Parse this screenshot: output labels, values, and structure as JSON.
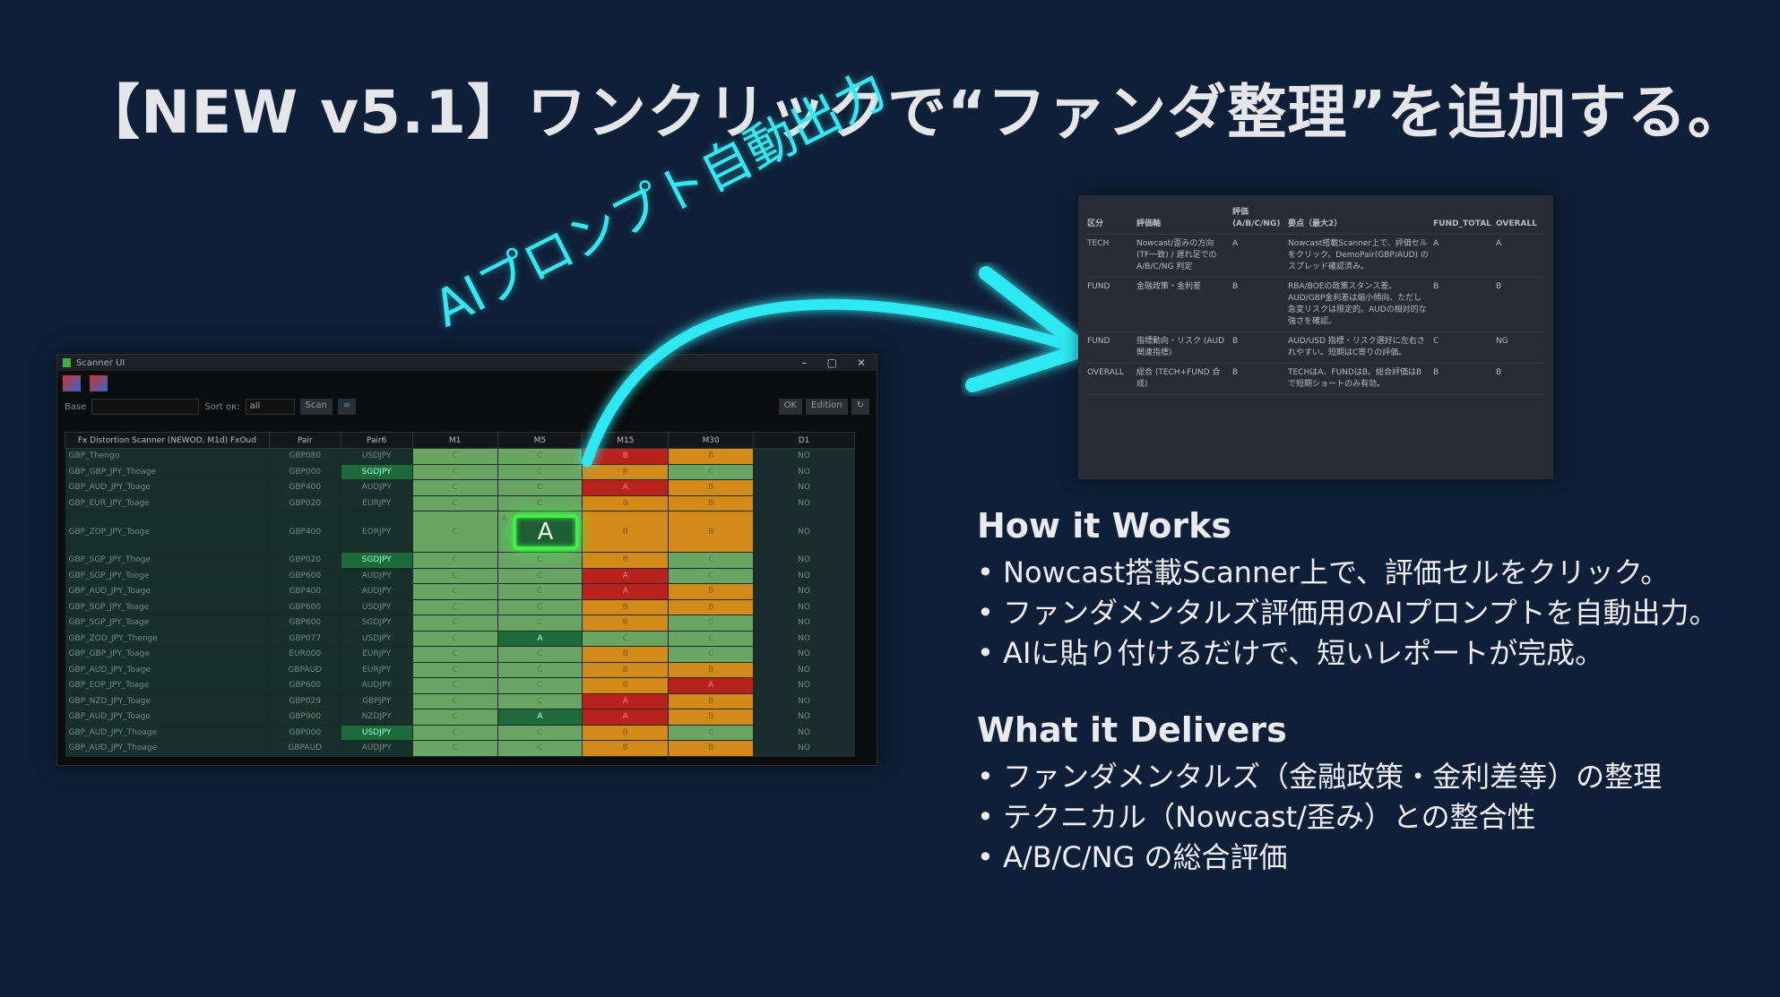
{
  "title": "【NEW v5.1】ワンクリックで“ファンダ整理”を追加する。",
  "ai_label": "AIプロンプト自動出力",
  "colors": {
    "background": "#0f1f37",
    "accent_cyan": "#36e6f0",
    "highlight_green": "#41f046",
    "grade_green": "#6aa565",
    "grade_red": "#b8211c",
    "grade_orange": "#d28a18"
  },
  "scanner": {
    "window_title": "Scanner UI",
    "controls": [
      "–",
      "▢",
      "✕"
    ],
    "filter_label": "Base",
    "filter_value": "",
    "sort_label": "Sort ок:",
    "sort_value": "all",
    "scan_button": "Scan",
    "scan_icon": "∞",
    "right_buttons": [
      "OK",
      "Edition",
      "↻"
    ],
    "columns": [
      "Fx Distortion Scanner (NEWOD, M1d) FxOud",
      "Pair",
      "Pair6",
      "M1",
      "M5",
      "M15",
      "M30",
      "D1"
    ],
    "selected_cell": "A",
    "rows": [
      {
        "name": "GBP_Thengo",
        "pair": "GBP080",
        "pair2": "USDJPY",
        "m1": "C",
        "m5": "C",
        "m15": "B",
        "m30": "B",
        "d1": "NO",
        "c": [
          "g",
          "g",
          "r",
          "o"
        ],
        "hl": false
      },
      {
        "name": "GBP_GBP_JPY_Thoage",
        "pair": "GBP000",
        "pair2": "SGDJPY",
        "m1": "C",
        "m5": "C",
        "m15": "B",
        "m30": "C",
        "d1": "NO",
        "c": [
          "g",
          "g",
          "o",
          "g"
        ],
        "hl": true
      },
      {
        "name": "GBP_AUD_JPY_Toage",
        "pair": "GBP400",
        "pair2": "AUDJPY",
        "m1": "C",
        "m5": "C",
        "m15": "A",
        "m30": "B",
        "d1": "NO",
        "c": [
          "g",
          "g",
          "r",
          "o"
        ],
        "hl": false
      },
      {
        "name": "GBP_EUR_JPY_Toage",
        "pair": "GBP020",
        "pair2": "EURJPY",
        "m1": "C",
        "m5": "C",
        "m15": "B",
        "m30": "B",
        "d1": "NO",
        "c": [
          "g",
          "g",
          "o",
          "o"
        ],
        "hl": false
      },
      {
        "name": "GBP_ZOP_JPY_Tooge",
        "pair": "GBP400",
        "pair2": "EORJPY",
        "m1": "C",
        "m5": "A",
        "m15": "B",
        "m30": "B",
        "d1": "NO",
        "c": [
          "g",
          "g",
          "o",
          "o"
        ],
        "hl": false
      },
      {
        "name": "GBP_SGP_JPY_Thoge",
        "pair": "GBP020",
        "pair2": "SGDJPY",
        "m1": "C",
        "m5": "C",
        "m15": "B",
        "m30": "C",
        "d1": "NO",
        "c": [
          "g",
          "g",
          "o",
          "g"
        ],
        "hl": true
      },
      {
        "name": "GBP_SGP_JPY_Tooge",
        "pair": "GBP600",
        "pair2": "AUDJPY",
        "m1": "C",
        "m5": "C",
        "m15": "A",
        "m30": "C",
        "d1": "NO",
        "c": [
          "g",
          "g",
          "r",
          "g"
        ],
        "hl": false
      },
      {
        "name": "GBP_AUD_JPY_Toage",
        "pair": "GBP400",
        "pair2": "AUDJPY",
        "m1": "C",
        "m5": "C",
        "m15": "A",
        "m30": "B",
        "d1": "NO",
        "c": [
          "g",
          "g",
          "r",
          "o"
        ],
        "hl": false
      },
      {
        "name": "GBP_SGP_JPY_Toage",
        "pair": "GBP600",
        "pair2": "USDJPY",
        "m1": "C",
        "m5": "C",
        "m15": "B",
        "m30": "B",
        "d1": "NO",
        "c": [
          "g",
          "g",
          "o",
          "o"
        ],
        "hl": false
      },
      {
        "name": "GBP_SGP_JPY_Toage",
        "pair": "GBP600",
        "pair2": "SGDJPY",
        "m1": "C",
        "m5": "C",
        "m15": "B",
        "m30": "C",
        "d1": "NO",
        "c": [
          "g",
          "g",
          "o",
          "g"
        ],
        "hl": false
      },
      {
        "name": "GBP_ZOD_JPY_Thenge",
        "pair": "GBP077",
        "pair2": "USDJPY",
        "m1": "C",
        "m5": "A",
        "m15": "C",
        "m30": "C",
        "d1": "NO",
        "c": [
          "g",
          "dg",
          "g",
          "g"
        ],
        "hl": false
      },
      {
        "name": "GBP_GBP_JPY_Toage",
        "pair": "EUR000",
        "pair2": "EURJPY",
        "m1": "C",
        "m5": "C",
        "m15": "B",
        "m30": "C",
        "d1": "NO",
        "c": [
          "g",
          "g",
          "o",
          "g"
        ],
        "hl": false
      },
      {
        "name": "GBP_AUD_JPY_Toage",
        "pair": "GBPAUD",
        "pair2": "EURJPY",
        "m1": "C",
        "m5": "C",
        "m15": "B",
        "m30": "B",
        "d1": "NO",
        "c": [
          "g",
          "g",
          "o",
          "o"
        ],
        "hl": false
      },
      {
        "name": "GBP_EOP_JPY_Toage",
        "pair": "GBP600",
        "pair2": "AUDJPY",
        "m1": "C",
        "m5": "C",
        "m15": "B",
        "m30": "A",
        "d1": "NO",
        "c": [
          "g",
          "g",
          "o",
          "r"
        ],
        "hl": false
      },
      {
        "name": "GBP_NZD_JPY_Toage",
        "pair": "GBP029",
        "pair2": "GBPJPY",
        "m1": "C",
        "m5": "C",
        "m15": "A",
        "m30": "B",
        "d1": "NO",
        "c": [
          "g",
          "g",
          "r",
          "o"
        ],
        "hl": false
      },
      {
        "name": "GBP_AUD_JPY_Toage",
        "pair": "GBP900",
        "pair2": "NZDJPY",
        "m1": "C",
        "m5": "A",
        "m15": "A",
        "m30": "B",
        "d1": "NO",
        "c": [
          "g",
          "dg",
          "r",
          "o"
        ],
        "hl": false
      },
      {
        "name": "GBP_AUD_JPY_Thoage",
        "pair": "GBP000",
        "pair2": "USDJPY",
        "m1": "C",
        "m5": "C",
        "m15": "B",
        "m30": "C",
        "d1": "NO",
        "c": [
          "g",
          "g",
          "o",
          "g"
        ],
        "hl": true
      },
      {
        "name": "GBP_AUD_JPY_Thoage",
        "pair": "GBPAUD",
        "pair2": "AUDJPY",
        "m1": "C",
        "m5": "C",
        "m15": "B",
        "m30": "B",
        "d1": "NO",
        "c": [
          "g",
          "g",
          "o",
          "o"
        ],
        "hl": false
      }
    ]
  },
  "report": {
    "headers": [
      "区分",
      "評価軸",
      "評価 (A/B/C/NG)",
      "要点（最大2）",
      "FUND_TOTAL",
      "OVERALL"
    ],
    "rows": [
      [
        "TECH",
        "Nowcast/歪みの方向 (TF一致) / 遅れ足での A/B/C/NG 判定",
        "A",
        "Nowcast搭載Scanner上で、評価セルをクリック。DemoPair(GBP/AUD) のスプレッド確認済み。",
        "A",
        "A"
      ],
      [
        "FUND",
        "金融政策・金利差",
        "B",
        "RBA/BOEの政策スタンス差。AUD/GBP金利差は縮小傾向、ただし急変リスクは限定的。AUDの相対的な強さを確認。",
        "B",
        "B"
      ],
      [
        "FUND",
        "指標動向・リスク (AUD 関連指標)",
        "B",
        "AUD/USD 指標・リスク選好に左右されやすい。短期はC寄りの評価。",
        "C",
        "NG"
      ],
      [
        "OVERALL",
        "総合 (TECH+FUND 合成)",
        "B",
        "TECHはA、FUNDはB。総合評価はBで短期ショートのみ有効。",
        "B",
        "B"
      ]
    ]
  },
  "how_it_works": {
    "heading": "How it Works",
    "items": [
      "Nowcast搭載Scanner上で、評価セルをクリック。",
      "ファンダメンタルズ評価用のAIプロンプトを自動出力。",
      "AIに貼り付けるだけで、短いレポートが完成。"
    ]
  },
  "what_it_delivers": {
    "heading": "What it Delivers",
    "items": [
      "ファンダメンタルズ（金融政策・金利差等）の整理",
      "テクニカル（Nowcast/歪み）との整合性",
      "A/B/C/NG の総合評価"
    ]
  }
}
